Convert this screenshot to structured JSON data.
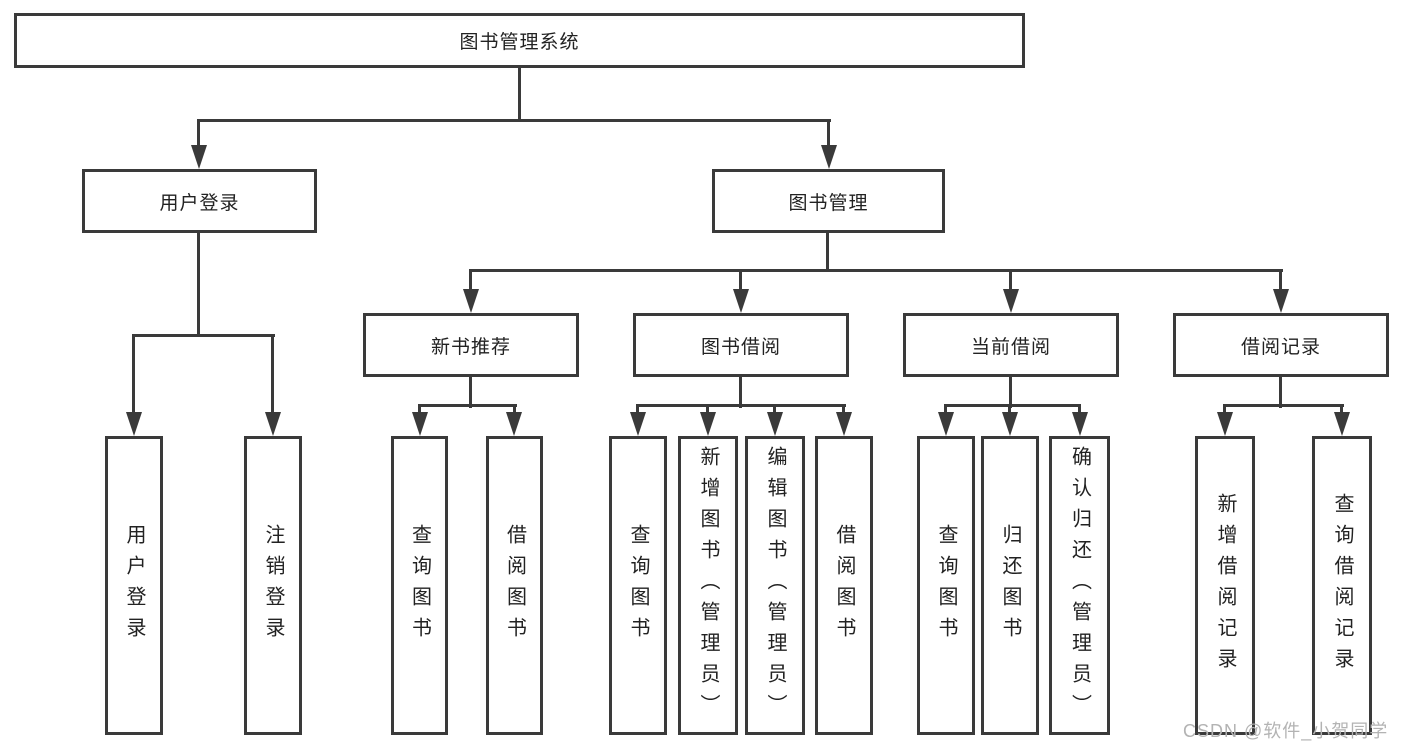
{
  "tree": {
    "root": "图书管理系统",
    "branches": [
      {
        "label": "用户登录",
        "children": [
          "用户登录",
          "注销登录"
        ]
      },
      {
        "label": "图书管理",
        "sections": [
          {
            "label": "新书推荐",
            "children": [
              "查询图书",
              "借阅图书"
            ]
          },
          {
            "label": "图书借阅",
            "children": [
              "查询图书",
              "新增图书（管理员）",
              "编辑图书（管理员）",
              "借阅图书"
            ]
          },
          {
            "label": "当前借阅",
            "children": [
              "查询图书",
              "归还图书",
              "确认归还（管理员）"
            ]
          },
          {
            "label": "借阅记录",
            "children": [
              "新增借阅记录",
              "查询借阅记录"
            ]
          }
        ]
      }
    ]
  },
  "watermark": "CSDN @软件_小贺同学",
  "colors": {
    "line": "#3a3a3a",
    "text": "#222222",
    "background": "#ffffff",
    "watermark": "#b3b3b3"
  }
}
